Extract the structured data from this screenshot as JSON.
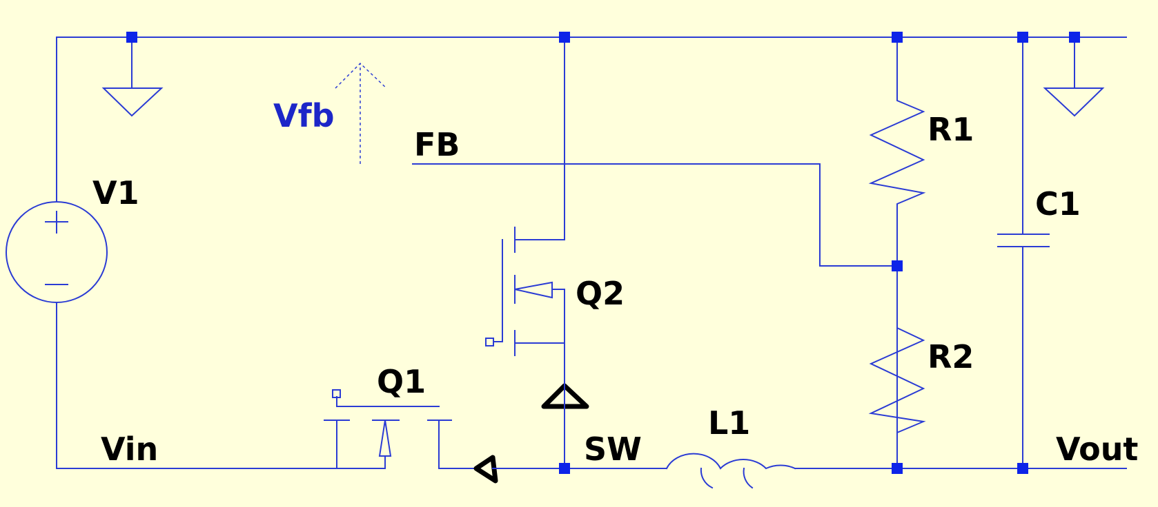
{
  "components": {
    "v1": "V1",
    "q1": "Q1",
    "q2": "Q2",
    "r1": "R1",
    "r2": "R2",
    "c1": "C1",
    "l1": "L1"
  },
  "nets": {
    "vin": "Vin",
    "sw": "SW",
    "vout": "Vout",
    "fb": "FB",
    "vfb": "Vfb"
  },
  "colors": {
    "background": "#ffffdc",
    "wire": "#2a3bd4",
    "junction": "#0d24e8",
    "label": "#000000",
    "vfb_label": "#1c26c8"
  }
}
